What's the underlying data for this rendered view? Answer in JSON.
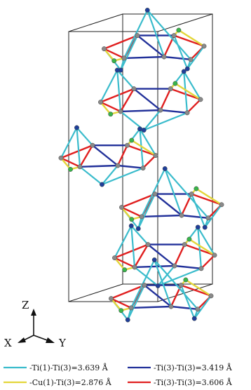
{
  "structure": {
    "colors": {
      "cyan": "#3bbccc",
      "blue": "#22319a",
      "red": "#e01f1f",
      "yellow": "#e3d63a",
      "cell_edge": "#222222",
      "ti_atom": "#8a8a8a",
      "cu_atom": "#39b54a",
      "apex_atom": "#1f3f9a"
    },
    "atom_types": [
      "Ti",
      "Cu"
    ]
  },
  "axes": {
    "z_label": "Z",
    "x_label": "X",
    "y_label": "Y"
  },
  "legend": [
    {
      "key": "ti1_ti3",
      "label": "-Ti(1)-Ti(3)=3.639 Å",
      "color": "#3bbccc"
    },
    {
      "key": "ti3_ti3_a",
      "label": "-Ti(3)-Ti(3)=3.419 Å",
      "color": "#22319a"
    },
    {
      "key": "cu1_ti3",
      "label": "-Cu(1)-Ti(3)=2.876 Å",
      "color": "#e3d63a"
    },
    {
      "key": "ti3_ti3_b",
      "label": "-Ti(3)-Ti(3)=3.606 Å",
      "color": "#e01f1f"
    }
  ]
}
